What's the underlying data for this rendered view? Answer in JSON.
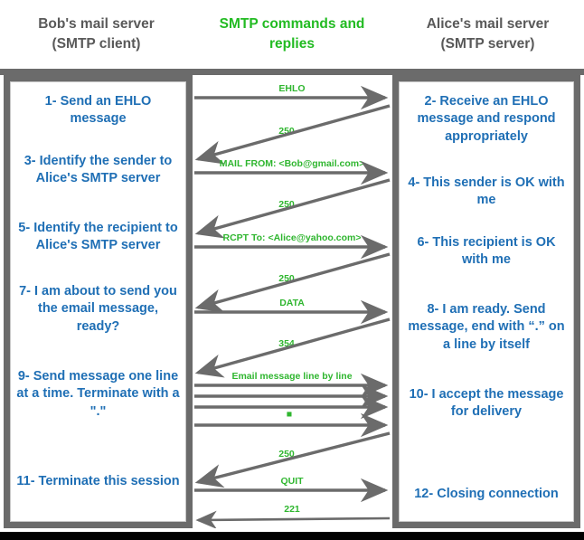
{
  "headers": {
    "left": {
      "line1": "Bob's mail server",
      "line2": "(SMTP client)",
      "color": "#595959"
    },
    "middle": {
      "line1": "SMTP commands and",
      "line2": "replies",
      "color": "#22bb22"
    },
    "right": {
      "line1": "Alice's mail server",
      "line2": "(SMTP server)",
      "color": "#595959"
    }
  },
  "colors": {
    "step_text": "#1f6fb5",
    "label_green": "#2fb62f",
    "arrow_gray": "#6b6b6b",
    "frame_gray": "#6b6b6b",
    "terminator_green": "#2fc02f"
  },
  "client_steps": [
    {
      "id": "step-1",
      "text": "1- Send an EHLO message"
    },
    {
      "id": "step-3",
      "text": "3- Identify the sender to Alice's SMTP server"
    },
    {
      "id": "step-5",
      "text": "5- Identify the recipient to Alice's SMTP server"
    },
    {
      "id": "step-7",
      "text": "7- I am about to send you the email message, ready?"
    },
    {
      "id": "step-9",
      "text": "9- Send message one line at a time. Terminate with a \".\""
    },
    {
      "id": "step-11",
      "text": "11- Terminate this session"
    }
  ],
  "server_steps": [
    {
      "id": "step-2",
      "text": "2- Receive an EHLO message and respond appropriately"
    },
    {
      "id": "step-4",
      "text": "4- This sender is OK with me"
    },
    {
      "id": "step-6",
      "text": "6- This recipient is OK with me"
    },
    {
      "id": "step-8",
      "text": "8-  I am ready. Send message, end with “.” on a line by itself"
    },
    {
      "id": "step-10",
      "text": "10-  I accept the message for delivery"
    },
    {
      "id": "step-12",
      "text": "12-  Closing connection"
    }
  ],
  "messages": [
    {
      "id": "msg-ehlo",
      "label": "EHLO",
      "direction": "client-to-server",
      "style": "horizontal"
    },
    {
      "id": "msg-250-a",
      "label": "250",
      "direction": "server-to-client",
      "style": "diagonal"
    },
    {
      "id": "msg-mail-from",
      "label": "MAIL FROM: <Bob@gmail.com>",
      "direction": "client-to-server",
      "style": "horizontal"
    },
    {
      "id": "msg-250-b",
      "label": "250",
      "direction": "server-to-client",
      "style": "diagonal"
    },
    {
      "id": "msg-rcpt-to",
      "label": "RCPT To: <Alice@yahoo.com>",
      "direction": "client-to-server",
      "style": "horizontal"
    },
    {
      "id": "msg-250-c",
      "label": "250",
      "direction": "server-to-client",
      "style": "diagonal"
    },
    {
      "id": "msg-data",
      "label": "DATA",
      "direction": "client-to-server",
      "style": "horizontal"
    },
    {
      "id": "msg-354",
      "label": "354",
      "direction": "server-to-client",
      "style": "diagonal"
    },
    {
      "id": "msg-body-1",
      "label": "Email message line by line",
      "direction": "client-to-server",
      "style": "horizontal"
    },
    {
      "id": "msg-body-2",
      "label": "",
      "direction": "client-to-server",
      "style": "horizontal"
    },
    {
      "id": "msg-body-3",
      "label": "",
      "direction": "client-to-server",
      "style": "horizontal"
    },
    {
      "id": "msg-terminator",
      "label": "■",
      "direction": "client-to-server",
      "style": "horizontal"
    },
    {
      "id": "msg-250-d",
      "label": "250",
      "direction": "server-to-client",
      "style": "diagonal"
    },
    {
      "id": "msg-quit",
      "label": "QUIT",
      "direction": "client-to-server",
      "style": "horizontal"
    },
    {
      "id": "msg-221",
      "label": "221",
      "direction": "server-to-client",
      "style": "horizontal"
    }
  ]
}
